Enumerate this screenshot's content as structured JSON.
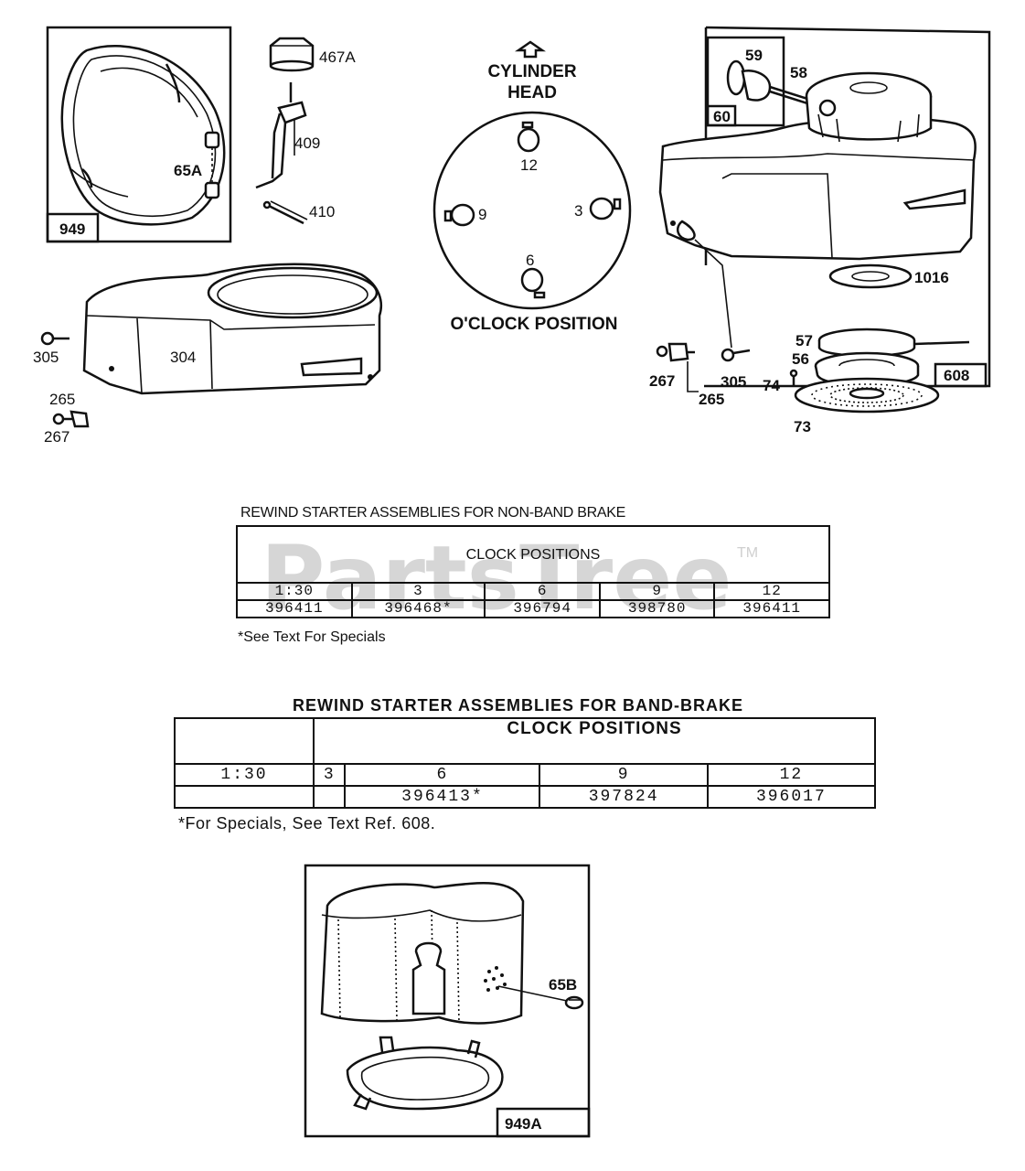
{
  "watermark": {
    "text": "PartsTree",
    "tm": "TM"
  },
  "diagram": {
    "callouts": {
      "c949": "949",
      "c65A": "65A",
      "c467A": "467A",
      "c409": "409",
      "c410": "410",
      "c305a": "305",
      "c304": "304",
      "c265a": "265",
      "c267a": "267",
      "c59": "59",
      "c58": "58",
      "c60": "60",
      "c1016": "1016",
      "c57": "57",
      "c56": "56",
      "c267b": "267",
      "c305b": "305",
      "c74": "74",
      "c265b": "265",
      "c73": "73",
      "c608": "608",
      "c65B": "65B",
      "c949A": "949A"
    },
    "clock": {
      "heading_line1": "CYLINDER",
      "heading_line2": "HEAD",
      "caption": "O'CLOCK POSITION",
      "positions": {
        "p12": "12",
        "p9": "9",
        "p3": "3",
        "p6": "6"
      }
    }
  },
  "table_nonband": {
    "title": "REWIND STARTER ASSEMBLIES FOR NON-BAND BRAKE",
    "header": "CLOCK POSITIONS",
    "columns": [
      "1:30",
      "3",
      "6",
      "9",
      "12"
    ],
    "values": [
      "396411",
      "396468*",
      "396794",
      "398780",
      "396411"
    ],
    "note": "*See Text For Specials"
  },
  "table_band": {
    "title": "REWIND STARTER ASSEMBLIES FOR BAND-BRAKE",
    "header": "CLOCK POSITIONS",
    "columns": [
      "1:30",
      "3",
      "6",
      "9",
      "12"
    ],
    "values": [
      "",
      "",
      "396413*",
      "397824",
      "396017"
    ],
    "note": "*For Specials, See Text Ref. 608."
  }
}
